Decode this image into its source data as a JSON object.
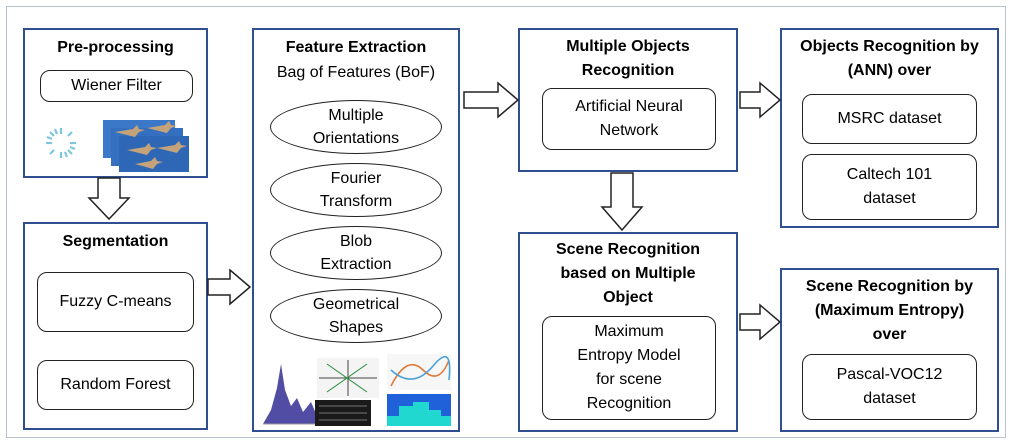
{
  "preprocessing": {
    "title": "Pre-processing",
    "filter": "Wiener Filter"
  },
  "segmentation": {
    "title": "Segmentation",
    "methods": [
      "Fuzzy C-means",
      "Random Forest"
    ]
  },
  "feature_extraction": {
    "title": "Feature Extraction",
    "subtitle": "Bag of Features (BoF)",
    "features": [
      "Multiple\nOrientations",
      "Fourier\nTransform",
      "Blob\nExtraction",
      "Geometrical\nShapes"
    ]
  },
  "multiple_objects": {
    "title": "Multiple Objects\nRecognition",
    "model": "Artificial Neural\nNetwork"
  },
  "scene_recognition": {
    "title": "Scene Recognition\nbased on Multiple\nObject",
    "model": "Maximum\nEntropy Model\nfor scene\nRecognition"
  },
  "objects_ann": {
    "title": "Objects Recognition by\n(ANN) over",
    "datasets": [
      "MSRC  dataset",
      "Caltech 101\ndataset"
    ]
  },
  "scene_maxent": {
    "title": "Scene Recognition by\n(Maximum Entropy)\nover",
    "dataset": "Pascal-VOC12\ndataset"
  },
  "colors": {
    "box_border": "#2f4f8f",
    "accent_blue": "#2a6fd1"
  }
}
